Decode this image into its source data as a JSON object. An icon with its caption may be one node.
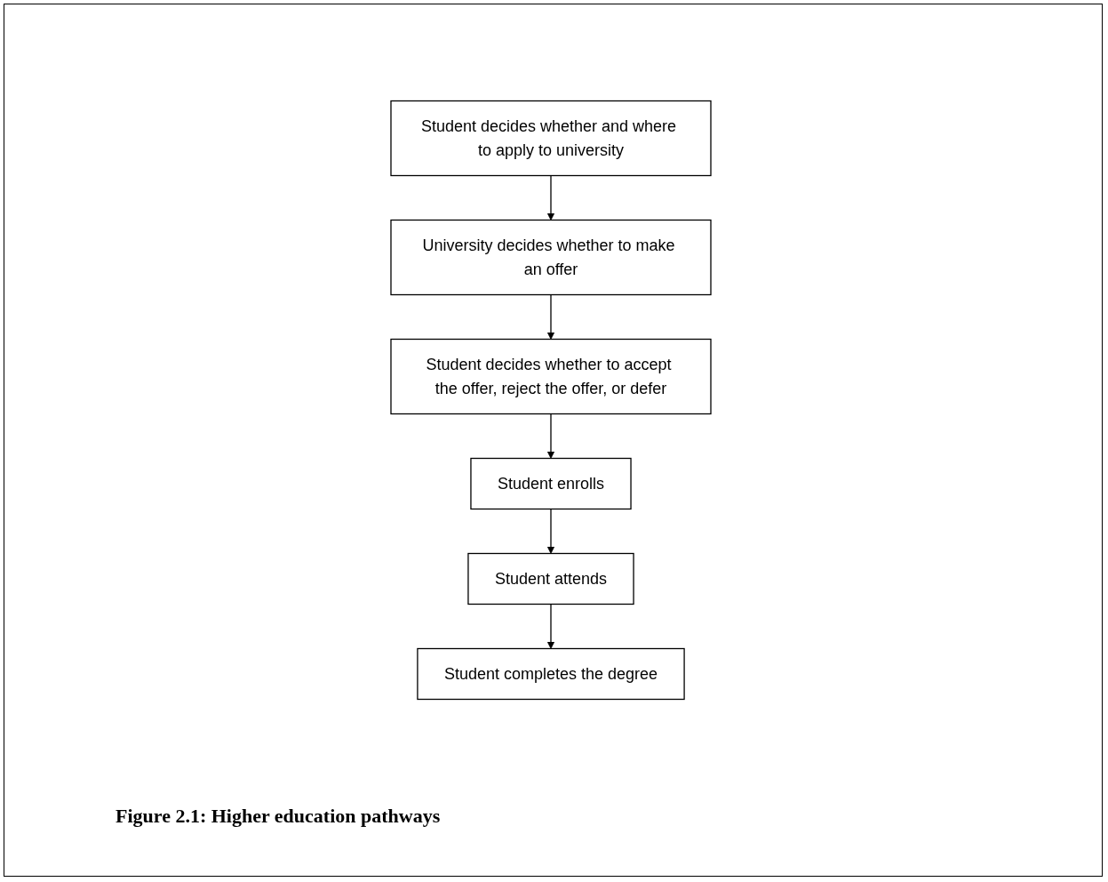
{
  "diagram": {
    "caption": "Figure 2.1: Higher education pathways",
    "nodes": [
      {
        "text": [
          "Student decides whether and where to apply to university"
        ]
      },
      {
        "text": [
          "University decides whether to make an offer"
        ]
      },
      {
        "text": [
          "Student decides whether to accept the offer, reject the offer, or defer"
        ]
      },
      {
        "text": [
          "Student enrolls"
        ]
      },
      {
        "text": [
          "Student attends"
        ]
      },
      {
        "text": [
          "Student completes the degree"
        ]
      }
    ],
    "edges": [
      {
        "from": 0,
        "to": 1,
        "arrow": "to"
      },
      {
        "from": 1,
        "to": 2,
        "arrow": "to"
      },
      {
        "from": 2,
        "to": 3,
        "arrow": "to"
      },
      {
        "from": 3,
        "to": 4,
        "arrow": "to"
      },
      {
        "from": 4,
        "to": 5,
        "arrow": "to"
      }
    ]
  }
}
